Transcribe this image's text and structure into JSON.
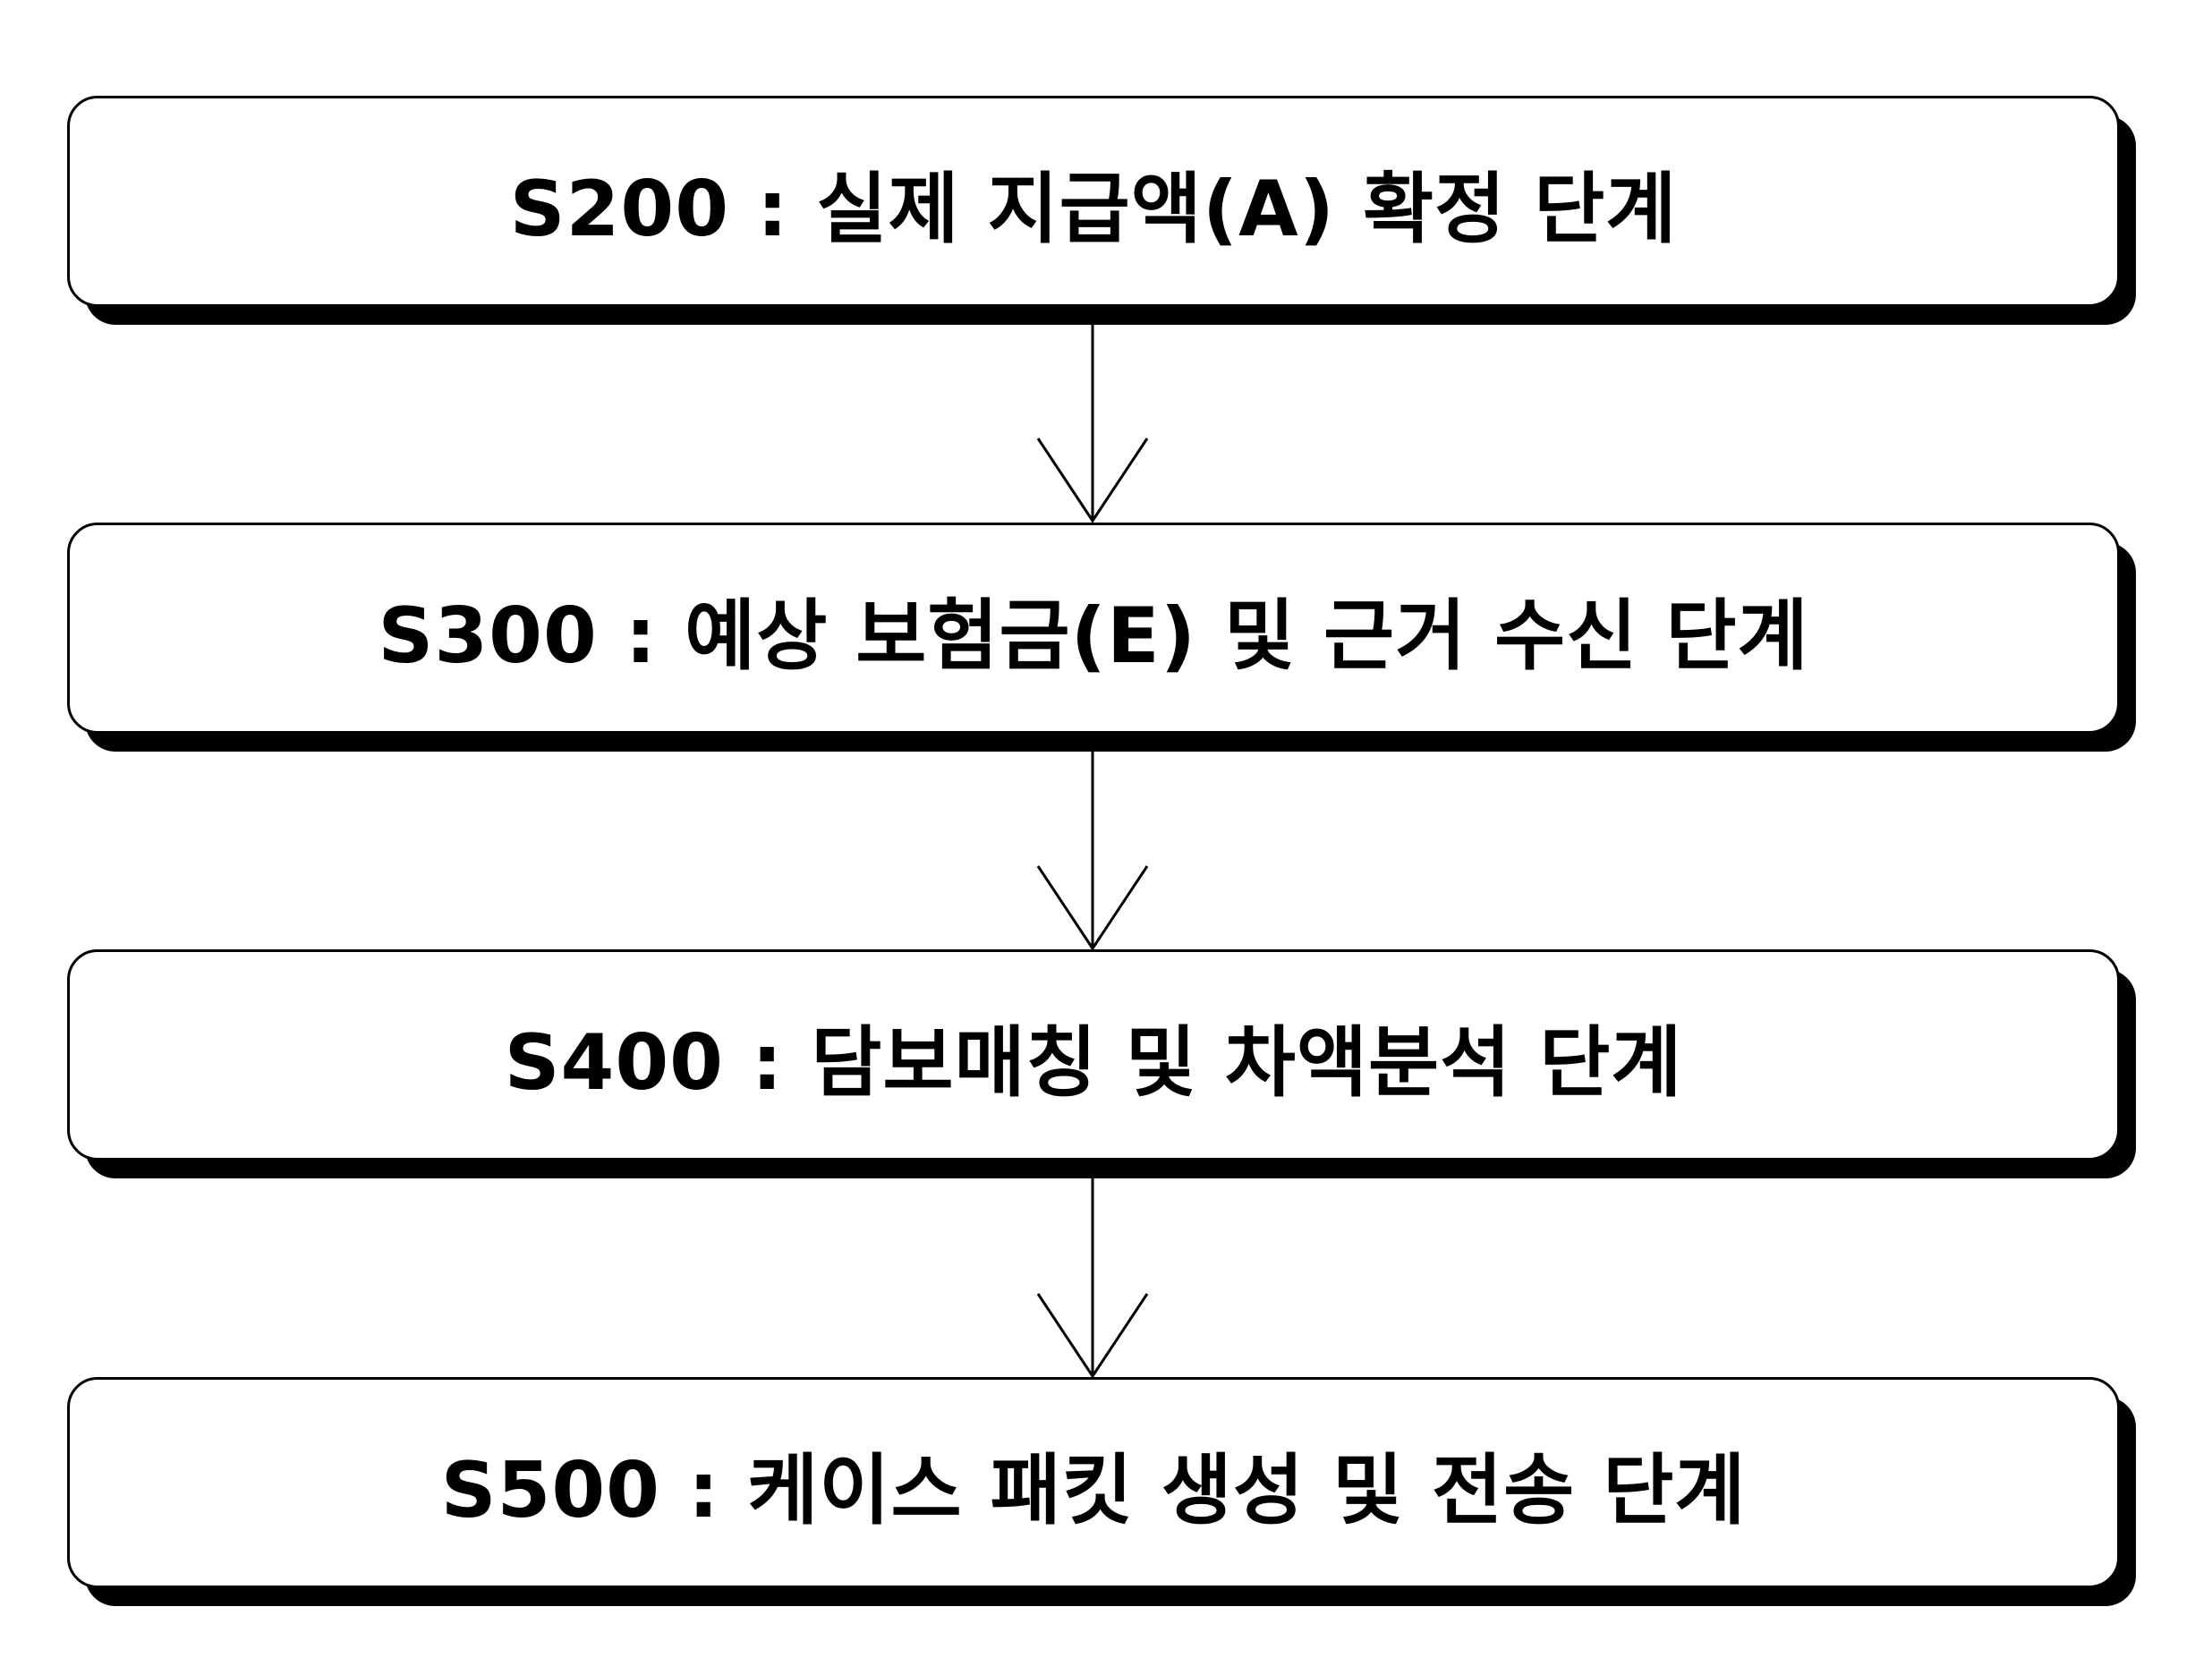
{
  "steps": [
    {
      "label": "S200 : 실제 지급액(A) 확정 단계"
    },
    {
      "label": "S300 : 예상 보험금(E) 및 근거 수신 단계"
    },
    {
      "label": "S400 : 담보매칭 및 차액분석 단계"
    },
    {
      "label": "S500 : 케이스 패킷 생성 및 전송 단계"
    }
  ]
}
